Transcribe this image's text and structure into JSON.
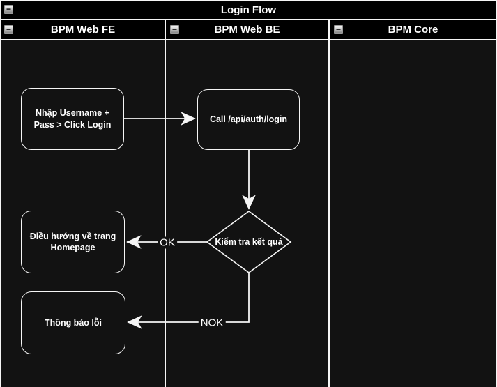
{
  "pool": {
    "title": "Login Flow",
    "lanes": [
      {
        "label": "BPM Web FE"
      },
      {
        "label": "BPM Web BE"
      },
      {
        "label": "BPM Core"
      }
    ]
  },
  "nodes": {
    "input_login": {
      "label": "Nhập Username + Pass > Click Login"
    },
    "call_api": {
      "label": "Call /api/auth/login"
    },
    "check_result": {
      "label": "Kiểm tra kết quả"
    },
    "redirect_homepage": {
      "label": "Điều hướng về trang Homepage"
    },
    "error_message": {
      "label": "Thông báo lỗi"
    }
  },
  "edge_labels": {
    "ok": "OK",
    "nok": "NOK"
  },
  "icons": {
    "collapse": {
      "name": "collapse-minus-icon",
      "glyph": "−"
    }
  },
  "colors": {
    "canvas_bg": "#121212",
    "header_bg": "#000000",
    "stroke": "#f5f5f5",
    "text": "#ffffff"
  }
}
